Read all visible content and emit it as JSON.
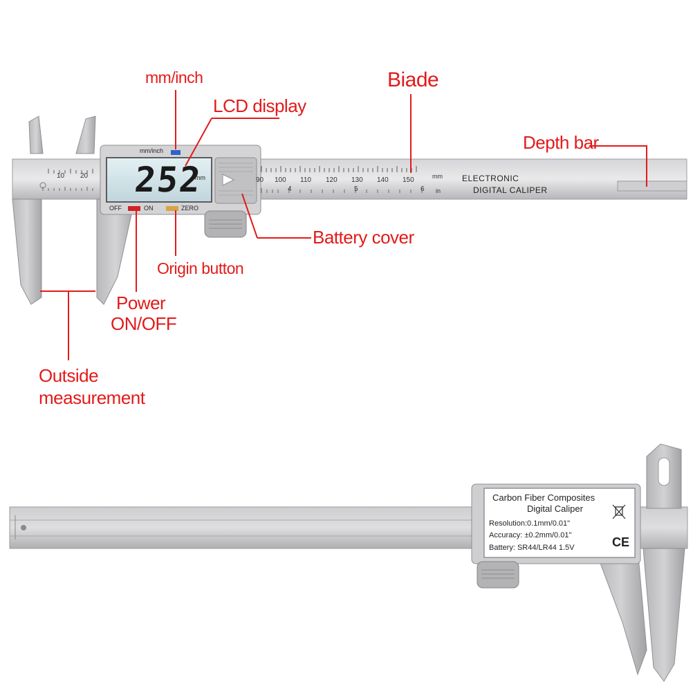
{
  "callouts": {
    "mm_inch": "mm/inch",
    "lcd_display": "LCD display",
    "blade": "Biade",
    "depth_bar": "Depth bar",
    "battery_cover": "Battery cover",
    "origin_button": "Origin button",
    "power_1": "Power",
    "power_2": "ON/OFF",
    "outside_1": "Outside",
    "outside_2": "measurement"
  },
  "caliper_top": {
    "switch_label": "mm/inch",
    "lcd_value": "252",
    "lcd_unit": "mm",
    "off_label": "OFF",
    "on_label": "ON",
    "zero_label": "ZERO",
    "brand_line1": "ELECTRONIC",
    "brand_line2": "DIGITAL CALIPER",
    "unit_mm": "mm",
    "unit_in": "in",
    "mm_scale_left": [
      "10",
      "20"
    ],
    "mm_scale_right": [
      "90",
      "100",
      "110",
      "120",
      "130",
      "140",
      "150"
    ],
    "inch_scale_right": [
      "4",
      "5",
      "6"
    ]
  },
  "caliper_bottom": {
    "line1": "Carbon Fiber Composites",
    "line2": "Digital Caliper",
    "resolution": "Resolution:0.1mm/0.01\"",
    "accuracy": "Accuracy: ±0.2mm/0.01\"",
    "battery": "Battery: SR44/LR44 1.5V",
    "ce_mark": "CE"
  },
  "colors": {
    "callout": "#e31a1a",
    "body": "#c7c7c9",
    "body_dark": "#9a9a9d",
    "lcd": "#cfe2e8",
    "mm_button": "#2e63c8",
    "power_button": "#d22222",
    "zero_button": "#d9a441"
  }
}
